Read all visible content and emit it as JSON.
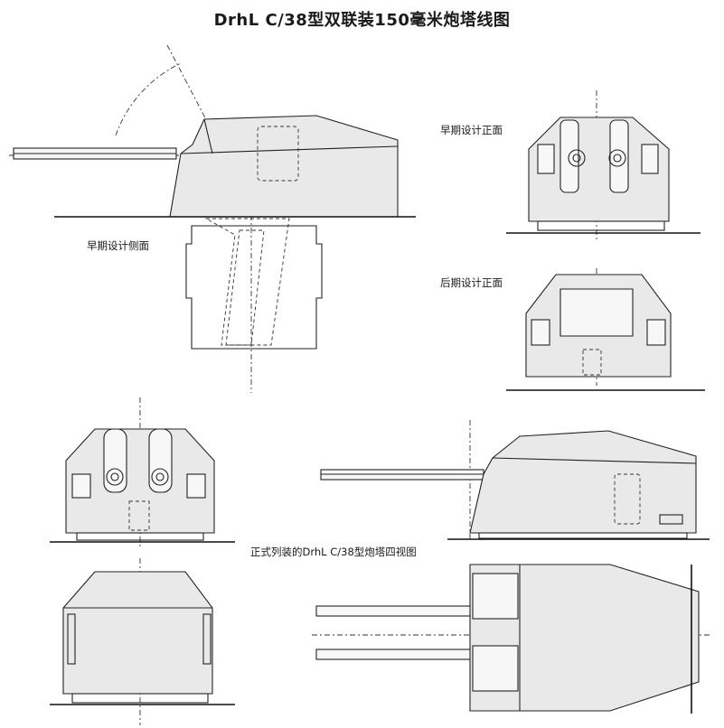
{
  "title": "DrhL C/38型双联装150毫米炮塔线图",
  "labels": {
    "early_side": "早期设计侧面",
    "early_front": "早期设计正面",
    "late_front": "后期设计正面",
    "production_views": "正式列装的DrhL C/38型炮塔四视图"
  }
}
